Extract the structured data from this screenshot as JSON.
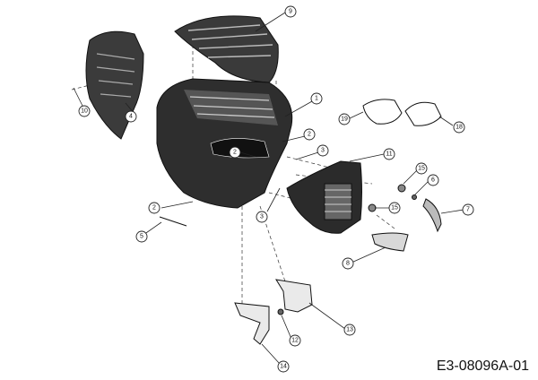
{
  "drawing_code": "E3-08096A-01",
  "callouts": [
    "1",
    "2",
    "2",
    "2",
    "3",
    "3",
    "4",
    "5",
    "6",
    "7",
    "8",
    "9",
    "10",
    "11",
    "12",
    "13",
    "14",
    "15",
    "15",
    "18",
    "19"
  ]
}
